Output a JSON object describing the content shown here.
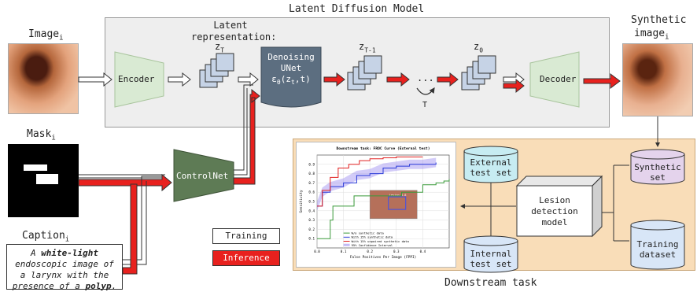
{
  "title": "Latent Diffusion Model",
  "downstream_title": "Downstream task",
  "image_label": {
    "main": "Image",
    "sub": "i"
  },
  "synthetic_label": {
    "line1": "Synthetic",
    "main": "image",
    "sub": "i"
  },
  "mask_label": {
    "main": "Mask",
    "sub": "i"
  },
  "caption_label": {
    "main": "Caption",
    "sub": "i"
  },
  "caption_text": {
    "p1": "A ",
    "b1": "white-light",
    "p2": " endoscopic image of a larynx with the presence of a ",
    "b2": "polyp",
    "p3": "."
  },
  "latent_rep_label": "Latent representation:",
  "encoder_label": "Encoder",
  "decoder_label": "Decoder",
  "unet_label": {
    "l1": "Denoising",
    "l2": "UNet",
    "l3": "ε",
    "l3sub": "θ",
    "l3rest": "(z",
    "l3sub2": "t",
    "l3end": ",t)"
  },
  "controlnet_label": "ControlNet",
  "z_labels": {
    "zT": "z",
    "zTsub": "T",
    "zT1": "z",
    "zT1sub": "T-1",
    "z0": "z",
    "z0sub": "0",
    "dots": "...",
    "loop": "T"
  },
  "legend": {
    "training": "Training",
    "inference": "Inference"
  },
  "colors": {
    "inference": "#e8211e",
    "encoder": "#d9ead3",
    "unet": "#5c6e80",
    "controlnet": "#5e7b55",
    "downstream": "#f9ddb8",
    "cyl_blue": "#d8e6f7",
    "cyl_cyan": "#c7ecf2",
    "cyl_purple": "#e4d3ec"
  },
  "downstream": {
    "external": "External test set",
    "internal": "Internal test set",
    "synthetic": "Synthetic set",
    "training": "Training dataset",
    "detector": "Lesion detection model"
  },
  "chart_data": {
    "type": "line",
    "title": "Downstream task: FROC Curve (External test)",
    "xlabel": "False Positives Per Image (FPPI)",
    "ylabel": "Sensitivity",
    "xlim": [
      0.0,
      0.5
    ],
    "ylim": [
      0.0,
      1.0
    ],
    "xticks": [
      "0.0",
      "0.1",
      "0.2",
      "0.3",
      "0.4"
    ],
    "yticks": [
      "0.1",
      "0.2",
      "0.3",
      "0.4",
      "0.5",
      "0.6",
      "0.7",
      "0.8",
      "0.9"
    ],
    "grid": true,
    "legend_position": "bottom-right",
    "inset_label": "Lesion 0.8",
    "series": [
      {
        "name": "W/o synthetic data",
        "color": "#3a9a3a",
        "x": [
          0.0,
          0.05,
          0.06,
          0.12,
          0.14,
          0.3,
          0.32,
          0.38,
          0.4,
          0.45,
          0.48,
          0.5
        ],
        "y": [
          0.1,
          0.3,
          0.45,
          0.45,
          0.56,
          0.56,
          0.6,
          0.6,
          0.68,
          0.7,
          0.72,
          0.74
        ]
      },
      {
        "name": "With 15% synthetic data",
        "color": "#2a3bd8",
        "x": [
          0.0,
          0.02,
          0.05,
          0.1,
          0.15,
          0.2,
          0.25,
          0.3,
          0.35,
          0.4,
          0.45
        ],
        "y": [
          0.45,
          0.6,
          0.66,
          0.7,
          0.78,
          0.8,
          0.86,
          0.88,
          0.9,
          0.9,
          0.92
        ]
      },
      {
        "name": "With 15% unpaired synthetic data",
        "color": "#e02020",
        "x": [
          0.0,
          0.02,
          0.05,
          0.08,
          0.12,
          0.16,
          0.2,
          0.25,
          0.3,
          0.35,
          0.4
        ],
        "y": [
          0.45,
          0.62,
          0.76,
          0.86,
          0.9,
          0.94,
          0.96,
          0.97,
          0.98,
          0.98,
          0.98
        ]
      }
    ],
    "band": {
      "name": "95% Confidence Interval",
      "color": "#9b8cf0"
    }
  }
}
